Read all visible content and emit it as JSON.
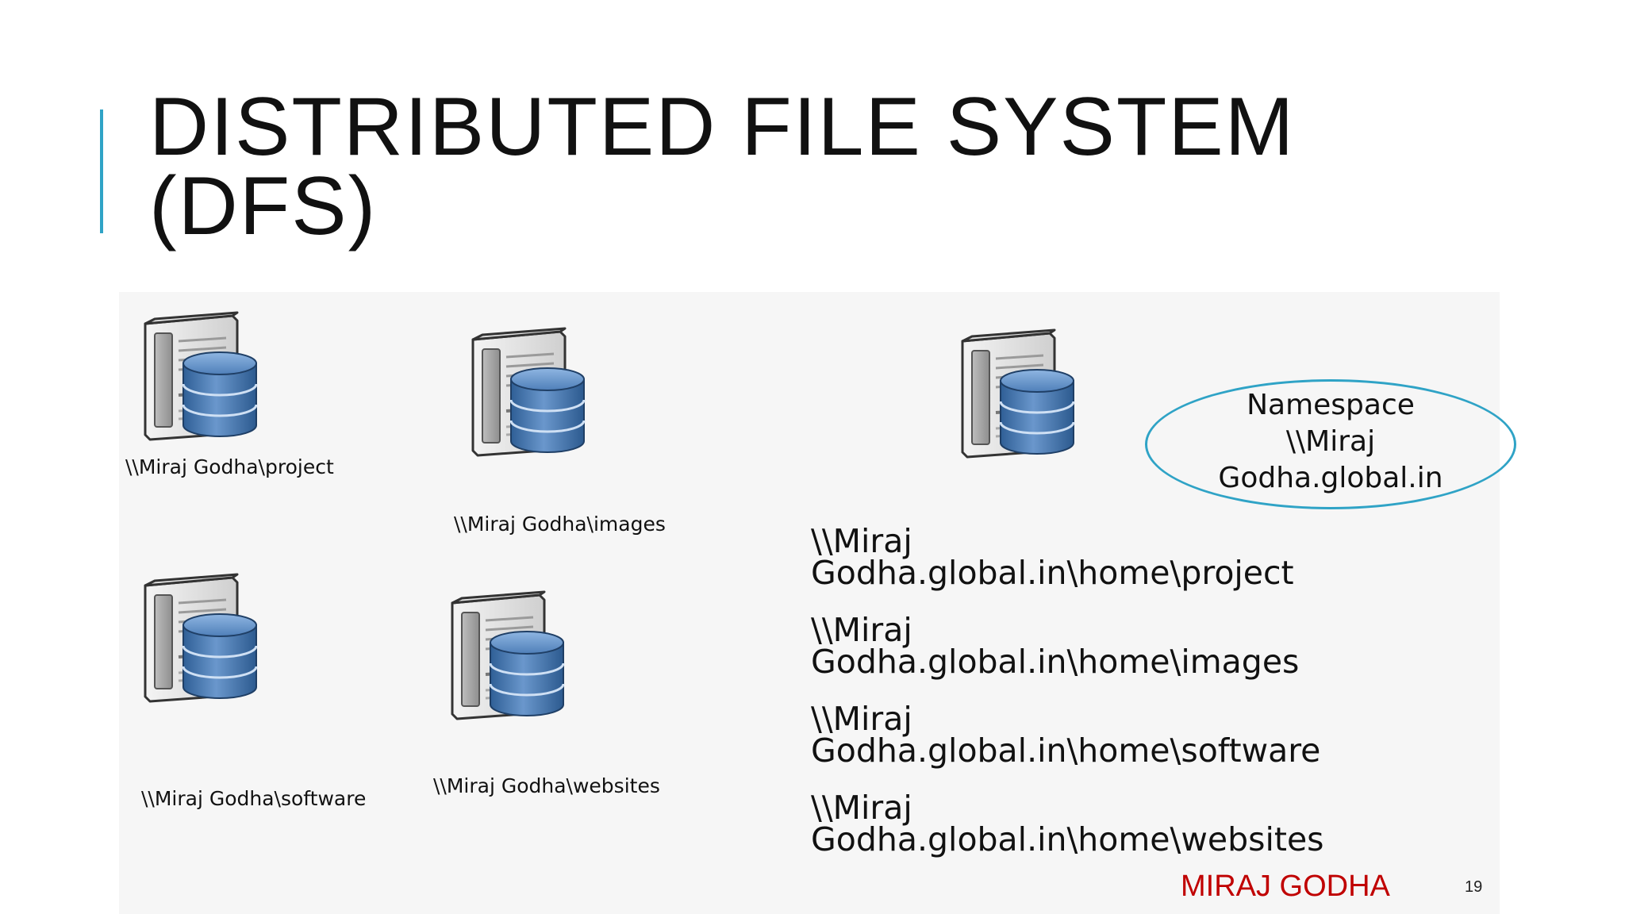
{
  "slide": {
    "title_line1": "DISTRIBUTED FILE SYSTEM",
    "title_line2": "(DFS)",
    "accent_color": "#2fa3c6"
  },
  "servers": {
    "icon": "server-database-icon",
    "shares": [
      {
        "label": "\\\\Miraj Godha\\project"
      },
      {
        "label": "\\\\Miraj Godha\\images"
      },
      {
        "label": "\\\\Miraj Godha\\software"
      },
      {
        "label": "\\\\Miraj Godha\\websites"
      }
    ]
  },
  "namespace": {
    "line1": "Namespace",
    "line2": "\\\\Miraj",
    "line3": "Godha.global.in",
    "border_color": "#2fa3c6"
  },
  "paths": [
    {
      "line1": "\\\\Miraj",
      "line2": "Godha.global.in\\home\\project"
    },
    {
      "line1": "\\\\Miraj",
      "line2": "Godha.global.in\\home\\images"
    },
    {
      "line1": "\\\\Miraj",
      "line2": "Godha.global.in\\home\\software"
    },
    {
      "line1": "\\\\Miraj",
      "line2": "Godha.global.in\\home\\websites"
    }
  ],
  "footer": {
    "author": "MIRAJ GODHA",
    "author_color": "#c00000",
    "page_number": "19"
  }
}
